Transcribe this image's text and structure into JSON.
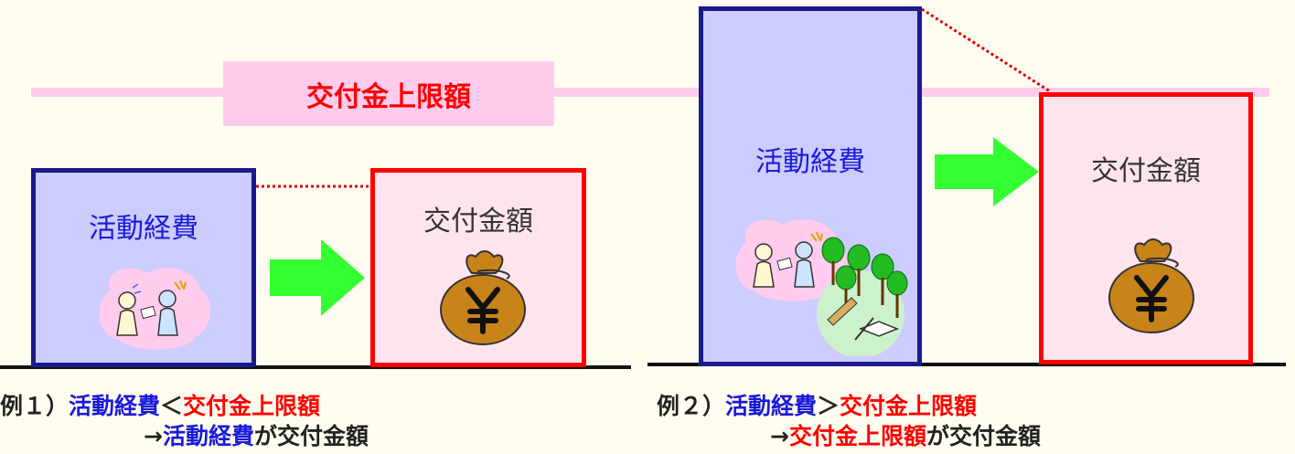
{
  "limit": {
    "label": "交付金上限額"
  },
  "example1": {
    "expense_label": "活動経費",
    "grant_label": "交付金額",
    "caption": {
      "prefix": "例１）",
      "expense": "活動経費",
      "relation": "＜",
      "limit": "交付金上限額",
      "arrow": "→",
      "result_subject": "活動経費",
      "result_suffix": "が交付金額"
    }
  },
  "example2": {
    "expense_label": "活動経費",
    "grant_label": "交付金額",
    "caption": {
      "prefix": "例２）",
      "expense": "活動経費",
      "relation": "＞",
      "limit": "交付金上限額",
      "arrow": "→",
      "result_subject": "交付金上限額",
      "result_suffix": "が交付金額"
    }
  },
  "colors": {
    "expense_fill": "#ccccff",
    "expense_border": "#1a1a8c",
    "grant_fill": "#ffe4ee",
    "grant_border": "#ff0000",
    "limit_fill": "#ffccee",
    "arrow": "#33ff33",
    "money_bag": "#cc8a1a"
  },
  "icons": {
    "people": "people-consulting-icon",
    "money": "money-bag-yen-icon",
    "forest": "forest-work-icon",
    "arrow": "arrow-right-icon"
  }
}
